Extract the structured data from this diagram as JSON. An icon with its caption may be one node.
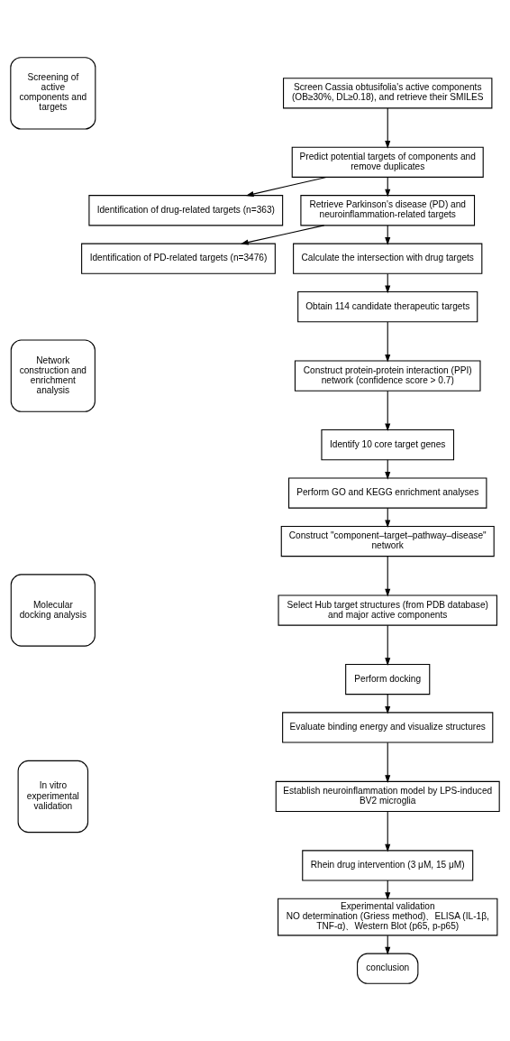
{
  "diagram": {
    "nodes": [
      {
        "text": [
          "Screening of active components and targets"
        ]
      },
      {
        "text": [
          "Screen Cassia obtusifolia's active components (OB≥30%, DL≥0.18), and retrieve their SMILES"
        ]
      },
      {
        "text": [
          "Predict potential targets of components and remove duplicates"
        ]
      },
      {
        "text": [
          "Identification of drug-related targets (n=363)"
        ]
      },
      {
        "text": [
          "Retrieve Parkinson's disease (PD) and neuroinflammation-related targets"
        ]
      },
      {
        "text": [
          "Identification of PD-related targets (n=3476)"
        ]
      },
      {
        "text": [
          "Calculate the intersection with drug targets"
        ]
      },
      {
        "text": [
          "Obtain 114 candidate therapeutic targets"
        ]
      },
      {
        "text": [
          "Network construction and enrichment analysis"
        ]
      },
      {
        "text": [
          "Construct protein-protein interaction (PPI) network (confidence score > 0.7)"
        ]
      },
      {
        "text": [
          "Identify 10 core target genes"
        ]
      },
      {
        "text": [
          "Perform GO and KEGG enrichment analyses"
        ]
      },
      {
        "text": [
          "Construct \"component–target–pathway–disease\" network"
        ]
      },
      {
        "text": [
          "Molecular docking analysis"
        ]
      },
      {
        "text": [
          "Select Hub target structures (from PDB database) and major active components"
        ]
      },
      {
        "text": [
          "Perform docking"
        ]
      },
      {
        "text": [
          "Evaluate binding energy and visualize structures"
        ]
      },
      {
        "text": [
          "In vitro experimental validation"
        ]
      },
      {
        "text": [
          "Establish neuroinflammation model by LPS-induced BV2 microglia"
        ]
      },
      {
        "text": [
          "Rhein drug intervention (3 μM, 15 μM)"
        ]
      },
      {
        "text": [
          "Experimental validation",
          "NO determination (Griess method)、ELISA (IL-1β, TNF-α)、Western Blot (p65, p-p65)"
        ]
      },
      {
        "text": [
          "conclusion"
        ]
      }
    ],
    "edges": [
      {
        "from": 1,
        "to": 2,
        "arrow": "to"
      },
      {
        "from": 2,
        "to": 3,
        "arrow": "to"
      },
      {
        "from": 2,
        "to": 4,
        "arrow": "to"
      },
      {
        "from": 4,
        "to": 5,
        "arrow": "to"
      },
      {
        "from": 4,
        "to": 6,
        "arrow": "to"
      },
      {
        "from": 6,
        "to": 7,
        "arrow": "to"
      },
      {
        "from": 7,
        "to": 9,
        "arrow": "to"
      },
      {
        "from": 9,
        "to": 10,
        "arrow": "to"
      },
      {
        "from": 10,
        "to": 11,
        "arrow": "to"
      },
      {
        "from": 11,
        "to": 12,
        "arrow": "to"
      },
      {
        "from": 12,
        "to": 14,
        "arrow": "to"
      },
      {
        "from": 14,
        "to": 15,
        "arrow": "to"
      },
      {
        "from": 15,
        "to": 16,
        "arrow": "to"
      },
      {
        "from": 16,
        "to": 18,
        "arrow": "to"
      },
      {
        "from": 18,
        "to": 19,
        "arrow": "to"
      },
      {
        "from": 19,
        "to": 20,
        "arrow": "to"
      },
      {
        "from": 20,
        "to": 21,
        "arrow": "to"
      }
    ]
  }
}
